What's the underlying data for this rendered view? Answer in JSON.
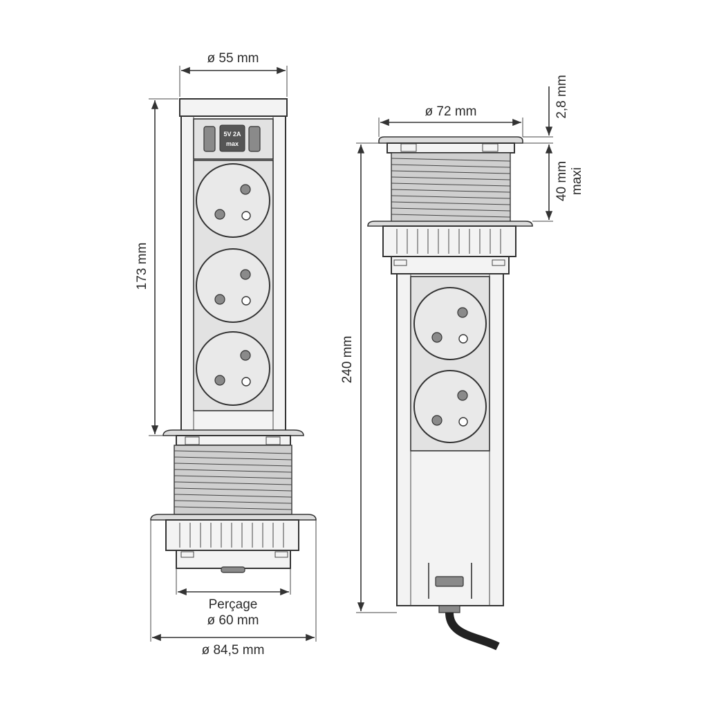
{
  "left_view": {
    "dim_top": "ø 55 mm",
    "dim_height": "173 mm",
    "usb_label_line1": "5V 2A",
    "usb_label_line2": "max",
    "dim_drill_line1": "Perçage",
    "dim_drill_line2": "ø 60 mm",
    "dim_bottom": "ø 84,5 mm"
  },
  "right_view": {
    "dim_top": "ø 72 mm",
    "dim_flange": "2,8 mm",
    "dim_thickness_line1": "40 mm",
    "dim_thickness_line2": "maxi",
    "dim_height": "240 mm"
  }
}
